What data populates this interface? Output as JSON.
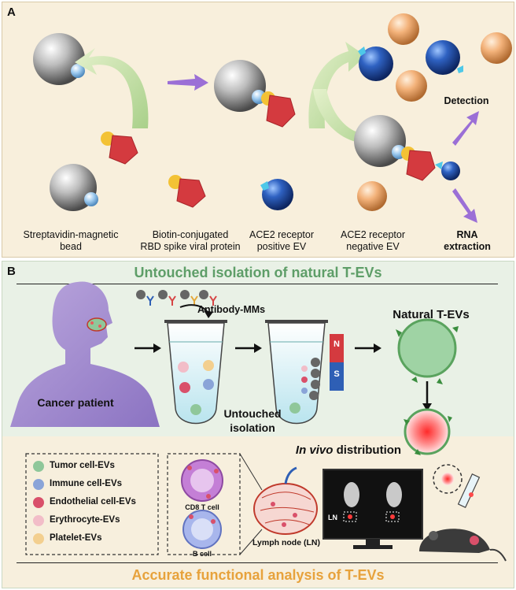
{
  "panel_a": {
    "label": "A",
    "legend": {
      "bead": [
        "Streptavidin-magnetic",
        "bead"
      ],
      "protein": [
        "Biotin-conjugated",
        "RBD spike viral protein"
      ],
      "positive_ev": [
        "ACE2 receptor",
        "positive EV"
      ],
      "negative_ev": [
        "ACE2 receptor",
        "negative EV"
      ],
      "rna": [
        "RNA",
        "extraction"
      ]
    },
    "detection": "Detection"
  },
  "panel_b": {
    "label": "B",
    "top_title": "Untouched isolation of natural T-EVs",
    "bottom_title": "Accurate functional analysis of T-EVs",
    "antibody_mms": "Antibody-MMs",
    "natural_tevs": "Natural T-EVs",
    "cancer_patient": "Cancer patient",
    "untouched": [
      "Untouched",
      "isolation"
    ],
    "magnet_n": "N",
    "magnet_s": "S",
    "in_vivo_em": "In vivo",
    "in_vivo_rest": " distribution",
    "legend": [
      {
        "label": "Tumor cell-EVs",
        "color": "#8fc79a"
      },
      {
        "label": "Immune cell-EVs",
        "color": "#8aa4d8"
      },
      {
        "label": "Endothelial cell-EVs",
        "color": "#d9506a"
      },
      {
        "label": "Erythrocyte-EVs",
        "color": "#f2bdc8"
      },
      {
        "label": "Platelet-EVs",
        "color": "#f3cf8f"
      }
    ],
    "cd8": "CD8 T cell",
    "bcell": "B cell",
    "lymph": "Lymph node (LN)",
    "ln": "LN"
  }
}
